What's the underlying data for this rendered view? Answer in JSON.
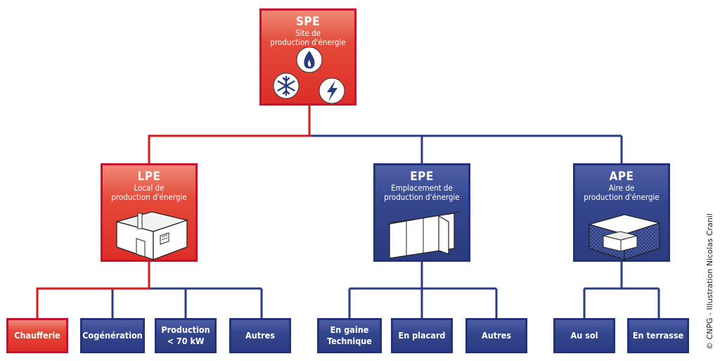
{
  "spe": {
    "title": "SPE",
    "subtitle": "Site de\nproduction d'énergie"
  },
  "lpe": {
    "title": "LPE",
    "subtitle": "Local de\nproduction d'énergie"
  },
  "epe": {
    "title": "EPE",
    "subtitle": "Emplacement de\nproduction d'énergie"
  },
  "ape": {
    "title": "APE",
    "subtitle": "Aire de\nproduction d'énergie"
  },
  "lpe_children": [
    "Chaufferie",
    "Cogénération",
    "Production\n< 70 kW",
    "Autres"
  ],
  "epe_children": [
    "En gaine\nTechnique",
    "En placard",
    "Autres"
  ],
  "ape_children": [
    "Au sol",
    "En terrasse"
  ],
  "icons": [
    "snowflake-icon",
    "flame-icon",
    "lightning-icon"
  ],
  "credit": "© CNPG - Illustration Nicolas Cranil",
  "colors": {
    "highlight_red": "#dd2e28",
    "node_blue": "#2b3b80",
    "red_line": "#d7191e",
    "blue_line": "#2b3b80"
  }
}
